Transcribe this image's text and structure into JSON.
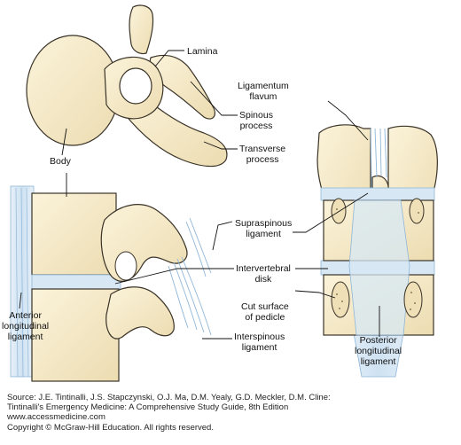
{
  "labels": {
    "lamina": "Lamina",
    "spinous_process": [
      "Spinous",
      "process"
    ],
    "body": "Body",
    "transverse_process": [
      "Transverse",
      "process"
    ],
    "ligamentum_flavum": [
      "Ligamentum",
      "flavum"
    ],
    "supraspinous_ligament": [
      "Supraspinous",
      "ligament"
    ],
    "intervertebral_disk": [
      "Intervertebral",
      "disk"
    ],
    "cut_surface_pedicle": [
      "Cut surface",
      "of pedicle"
    ],
    "anterior_longitudinal_ligament": [
      "Anterior",
      "longitudinal",
      "ligament"
    ],
    "interspinous_ligament": [
      "Interspinous",
      "ligament"
    ],
    "posterior_longitudinal_ligament": [
      "Posterior",
      "longitudinal",
      "ligament"
    ]
  },
  "source": {
    "line1": "Source: J.E. Tintinalli, J.S. Stapczynski, O.J. Ma, D.M. Yealy, G.D. Meckler, D.M. Cline:",
    "line2": "Tintinalli's Emergency Medicine: A Comprehensive Study Guide, 8th Edition",
    "line3": "www.accessmedicine.com",
    "line4": "Copyright © McGraw-Hill Education.  All rights reserved."
  },
  "colors": {
    "bone": "#f7eccb",
    "bone_outline": "#3a3328",
    "ligament": "#d7e8f4",
    "ligament_line": "#8fb6d8",
    "leader": "#111111"
  }
}
